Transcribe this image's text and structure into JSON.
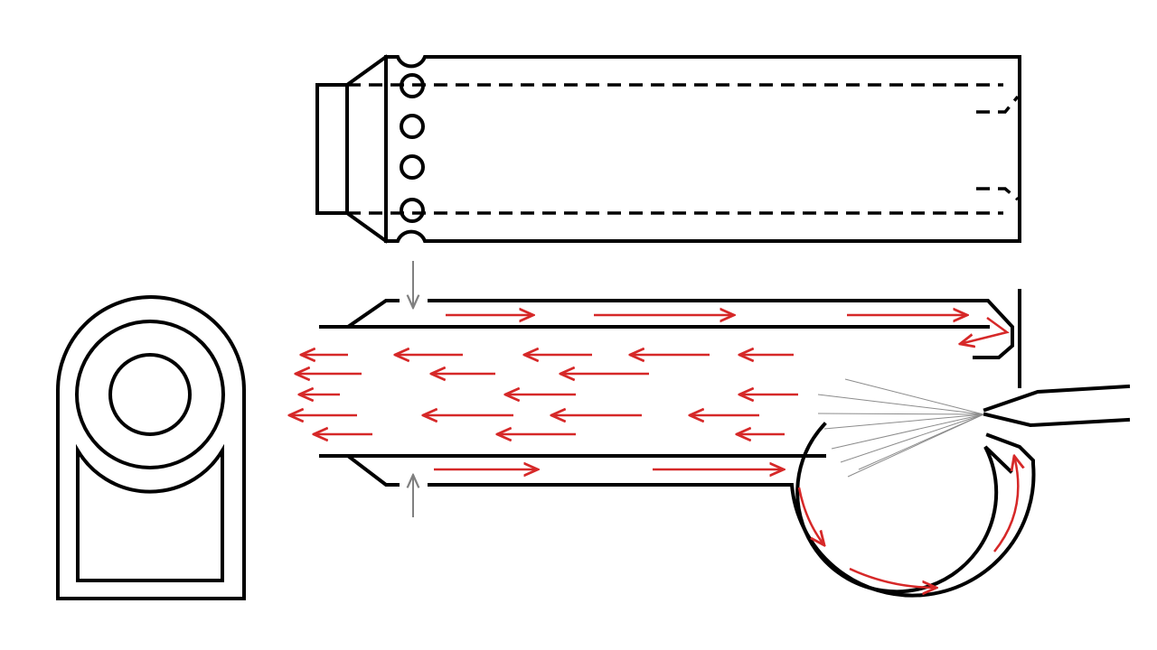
{
  "colors": {
    "background": "#ffffff",
    "line": "#000000",
    "flow_arrow": "#d62828",
    "airflow_arrow": "#808080",
    "spray": "#8c8c8c"
  },
  "flow": {
    "top_channel_arrows": 3,
    "bore_arrows": 21,
    "bottom_channel_arrows": 2,
    "chamber_arrows": 3
  },
  "inlet_arrows": 2,
  "spray_lines": 8
}
